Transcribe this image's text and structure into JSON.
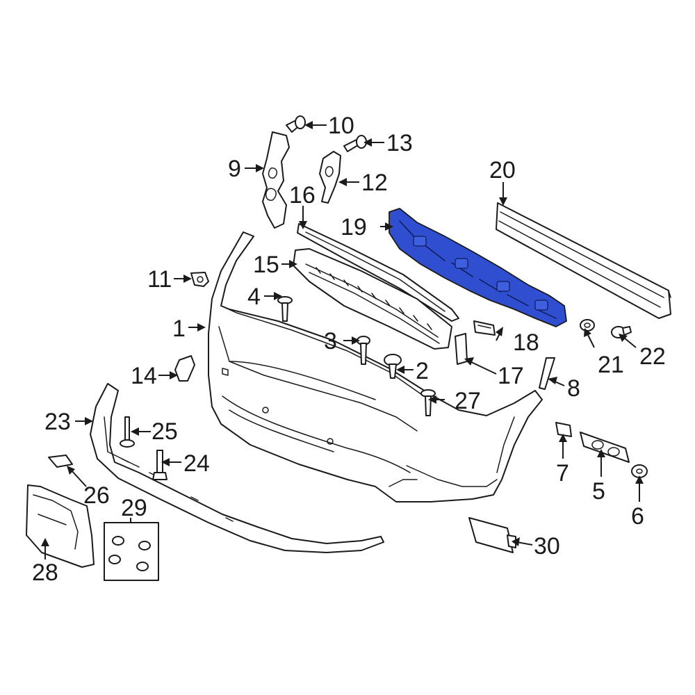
{
  "diagram": {
    "highlight_color": "#2f4fd0",
    "line_color": "#1a1a1a",
    "background": "#ffffff",
    "highlighted_part": "19",
    "callouts": [
      {
        "id": "1"
      },
      {
        "id": "2"
      },
      {
        "id": "3"
      },
      {
        "id": "4"
      },
      {
        "id": "5"
      },
      {
        "id": "6"
      },
      {
        "id": "7"
      },
      {
        "id": "8"
      },
      {
        "id": "9"
      },
      {
        "id": "10"
      },
      {
        "id": "11"
      },
      {
        "id": "12"
      },
      {
        "id": "13"
      },
      {
        "id": "14"
      },
      {
        "id": "15"
      },
      {
        "id": "16"
      },
      {
        "id": "17"
      },
      {
        "id": "18"
      },
      {
        "id": "19"
      },
      {
        "id": "20"
      },
      {
        "id": "21"
      },
      {
        "id": "22"
      },
      {
        "id": "23"
      },
      {
        "id": "24"
      },
      {
        "id": "25"
      },
      {
        "id": "26"
      },
      {
        "id": "27"
      },
      {
        "id": "28"
      },
      {
        "id": "29"
      },
      {
        "id": "30"
      }
    ]
  }
}
